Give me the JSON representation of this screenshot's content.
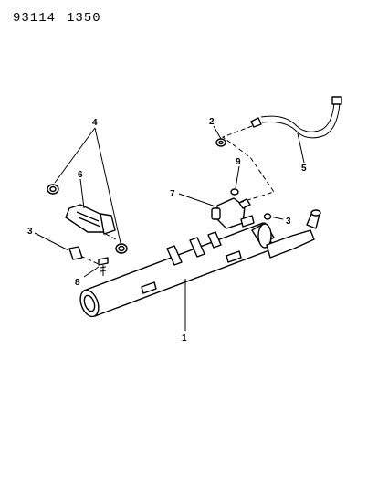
{
  "header": {
    "code_a": "93114",
    "code_b": "1350"
  },
  "callouts": {
    "c1": "1",
    "c2": "2",
    "c3a": "3",
    "c3b": "3",
    "c4": "4",
    "c5": "5",
    "c6": "6",
    "c7": "7",
    "c8": "8",
    "c9": "9"
  }
}
